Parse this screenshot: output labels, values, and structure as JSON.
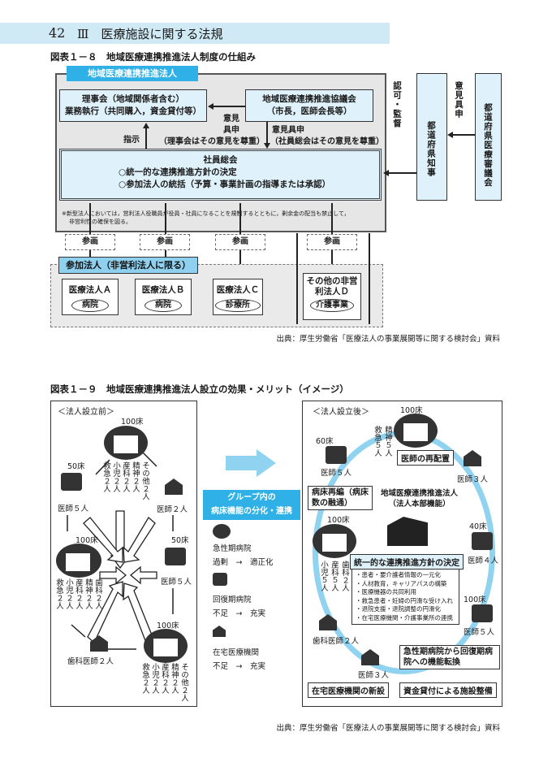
{
  "header": {
    "page_number": "42",
    "chapter": "Ⅲ　医療施設に関する法規"
  },
  "fig8": {
    "caption": "図表１－８　地域医療連携推進法人制度の仕組み",
    "tab": "地域医療連携推進法人",
    "board": [
      "理事会（地域関係者含む）",
      "業務執行（共同購入，資金貸付等）"
    ],
    "council": [
      "地域医療連携推進協議会",
      "（市長，医師会長等）"
    ],
    "opinion1": [
      "意見",
      "具申",
      "（理事会はその意見を尊重）"
    ],
    "opinion2": [
      "意見具申",
      "（社員総会はその意見を尊重）"
    ],
    "instruct": "指示",
    "assembly": {
      "title": "社員総会",
      "items": [
        "○統一的な連携推進方針の決定",
        "○参加法人の統括（予算・事業計画の指導または承認）"
      ]
    },
    "note": [
      "※新型法人においては，営利法人役職員が役員・社員になることを規制するとともに，剰余金の配当も禁止して，",
      "非営利性の確保を図る。"
    ],
    "participate": "参画",
    "members_label": "参加法人（非営利法人に限る）",
    "members": [
      {
        "name": "医療法人Ａ",
        "type": "病院"
      },
      {
        "name": "医療法人Ｂ",
        "type": "病院"
      },
      {
        "name": "医療法人Ｃ",
        "type": "診療所"
      },
      {
        "name": "その他の非営利法人Ｄ",
        "type": "介護事業"
      }
    ],
    "authorize": "認可・監督",
    "governor": "都道府県知事",
    "opinion3": "意見具申",
    "pref_council": "都道府県医療審議会",
    "source": "出典：厚生労働省「医療法人の事業展開等に関する検討会」資料"
  },
  "fig9": {
    "caption": "図表１－９　地域医療連携推進法人設立の効果・メリット（イメージ）",
    "before": {
      "title": "＜法人設立前＞",
      "beds100": "100床",
      "beds50": "50床",
      "top_staff": [
        "救急２人",
        "小児２人",
        "産科２人",
        "精神２人",
        "その他２人"
      ],
      "left_staff": [
        "救急２人",
        "小児２人",
        "産科２人",
        "精神２人",
        "歯科２人"
      ],
      "bottom_staff": [
        "救急２人",
        "小児２人",
        "産科２人",
        "精神２人",
        "その他２人"
      ],
      "doc5": "医師５人",
      "doc2": "医師２人",
      "dentist2": "歯科医師２人"
    },
    "group": [
      "グループ内の",
      "病床機能の分化・連携"
    ],
    "legend": [
      {
        "name": "急性期病院",
        "from": "過剰",
        "to": "適正化"
      },
      {
        "name": "回復期病院",
        "from": "不足",
        "to": "充実"
      },
      {
        "name": "在宅医療機関",
        "from": "不足",
        "to": "充実"
      }
    ],
    "arrow": "→",
    "after": {
      "title": "＜法人設立後＞",
      "beds100": "100床",
      "beds60": "60床",
      "beds40": "40床",
      "top_staff": [
        "救急５人",
        "精神５人"
      ],
      "left_staff": [
        "小児５人",
        "産科５人",
        "歯科２人"
      ],
      "doc5": "医師５人",
      "doc3": "医師３人",
      "doc4": "医師４人",
      "dentist2": "歯科医師２人",
      "reassign": "医師の再配置",
      "bed_reorg": [
        "病床再編（病床",
        "数の融通）"
      ],
      "hq": [
        "地域医療連携推進法人",
        "（法人本部機能）"
      ],
      "policy": "統一的な連携推進方針の決定",
      "policy_items": [
        "・患者・要介護者情報の一元化",
        "・人材教育，キャリアパスの構築",
        "・医療機器の共同利用",
        "・救急患者・妊婦の円滑な受け入れ",
        "・退院支援・退院調整の円滑化",
        "・在宅医療機関・介護事業所の連携"
      ],
      "home_new": "在宅医療機関の新設",
      "convert": [
        "急性期病院から回復期病",
        "院への機能転換"
      ],
      "loan": "資金貸付による施設整備"
    },
    "source": "出典：厚生労働省「医療法人の事業展開等に関する検討会」資料"
  }
}
